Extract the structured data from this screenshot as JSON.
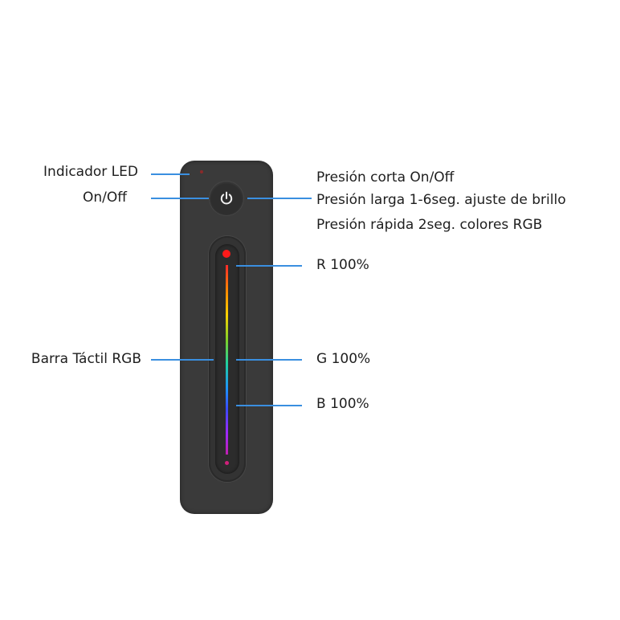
{
  "labels": {
    "led_indicator": "Indicador LED",
    "on_off": "On/Off",
    "touch_bar": "Barra Táctil RGB",
    "press_short": "Presión corta On/Off",
    "press_long": "Presión larga 1-6seg. ajuste de brillo",
    "press_quick": "Presión rápida 2seg. colores RGB",
    "r_level": "R 100%",
    "g_level": "G 100%",
    "b_level": "B 100%"
  },
  "colors": {
    "leader_line": "#3a8fe0",
    "remote_body": "#3a3a3a",
    "red_dot": "#ff1a1a"
  },
  "icons": {
    "power": "power-icon"
  }
}
